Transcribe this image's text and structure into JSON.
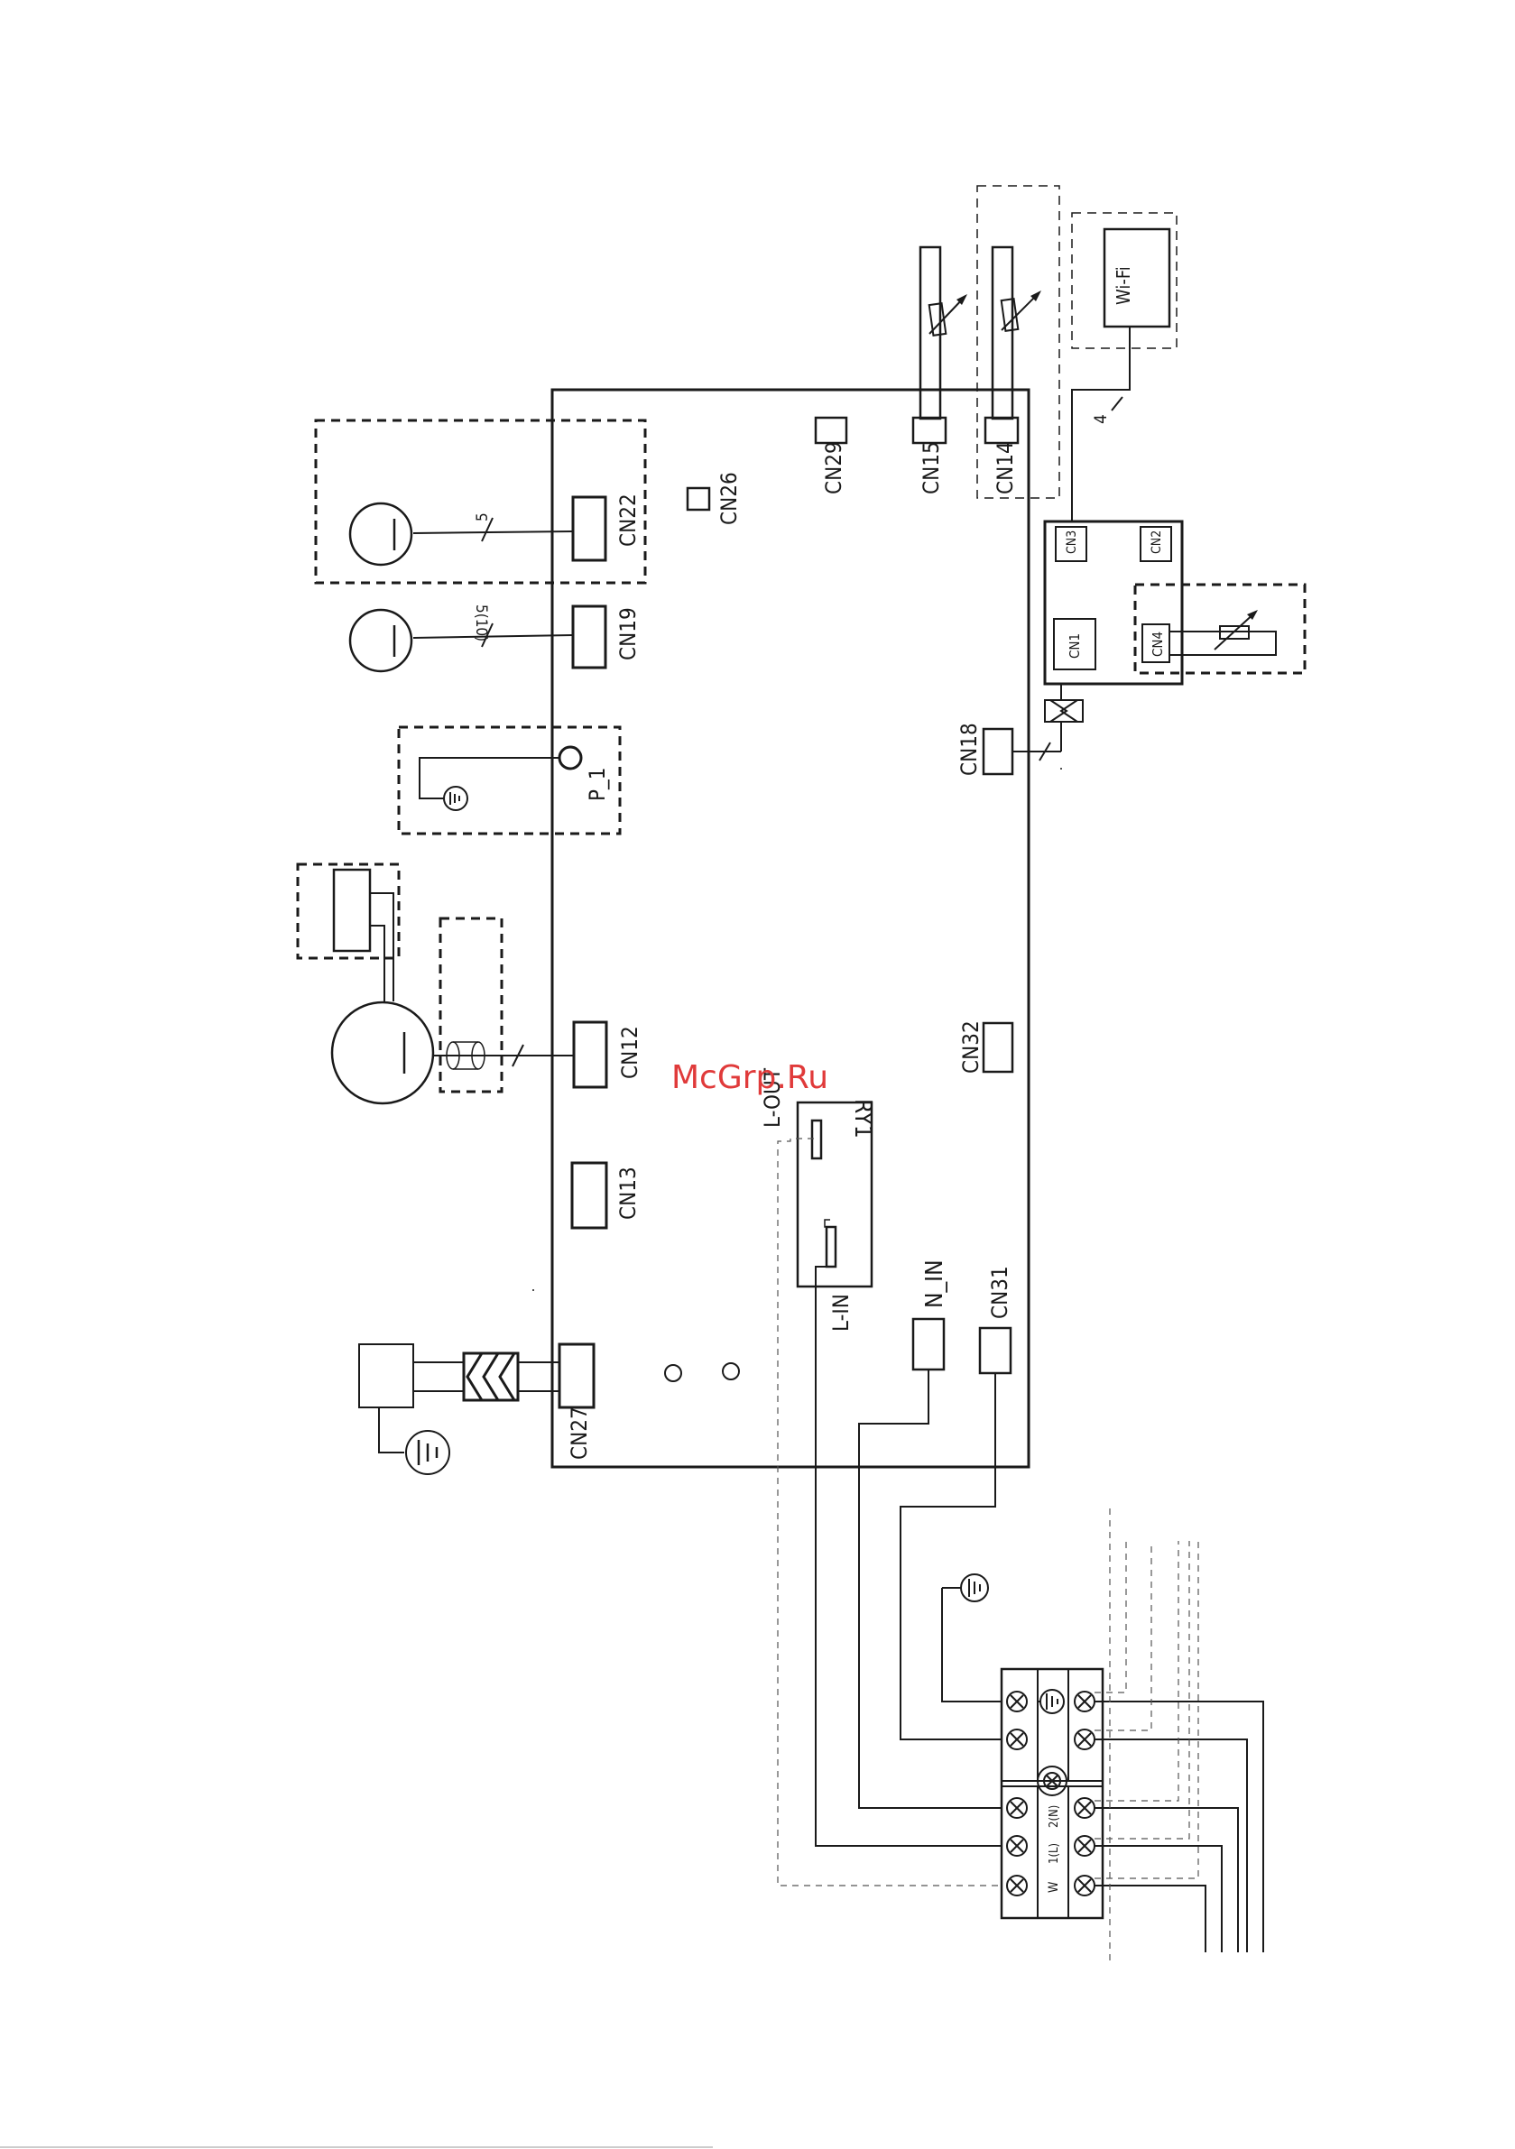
{
  "title": "",
  "watermark": "McGrp.Ru",
  "connectors": {
    "cn22": "CN22",
    "cn26": "CN26",
    "cn29": "CN29",
    "cn15": "CN15",
    "cn14": "CN14",
    "cn19": "CN19",
    "cn18": "CN18",
    "cn12": "CN12",
    "cn13": "CN13",
    "cn27": "CN27",
    "cn32": "CN32",
    "cn31": "CN31",
    "p1": "P_1",
    "n_in": "N_IN",
    "l_in": "L-IN",
    "l_out": "L-OUT",
    "ry1": "RY1"
  },
  "wifi_module": {
    "label": "Wi-Fi",
    "cn1": "CN1",
    "cn2": "CN2",
    "cn3": "CN3",
    "cn4": "CN4"
  },
  "wire_counts": {
    "cn22_motor": "5",
    "cn19_motor": "5(10)",
    "wifi_link": "4"
  },
  "terminal_block": {
    "w": "W",
    "l": "1(L)",
    "n": "2(N)"
  }
}
